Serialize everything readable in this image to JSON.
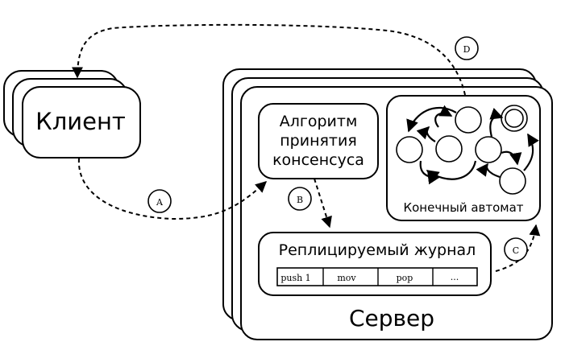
{
  "diagram": {
    "client_label": "Клиент",
    "server_label": "Сервер",
    "consensus_label_lines": [
      "Алгоритм",
      "принятия",
      "консенсуса"
    ],
    "log_title": "Реплицируемый журнал",
    "log_entries": [
      "push 1",
      "mov",
      "pop",
      "..."
    ],
    "state_machine_label": "Конечный автомат",
    "step_labels": {
      "a": "A",
      "b": "B",
      "c": "C",
      "d": "D"
    }
  }
}
